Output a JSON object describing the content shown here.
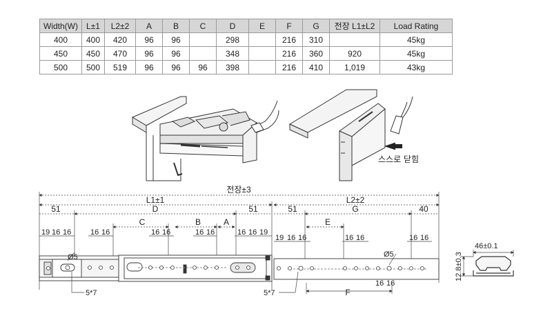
{
  "table": {
    "headers": [
      "Width(W)",
      "L±1",
      "L2±2",
      "A",
      "B",
      "C",
      "D",
      "E",
      "F",
      "G",
      "전장 L1±L2",
      "Load Rating"
    ],
    "rows": [
      [
        "400",
        "400",
        "420",
        "96",
        "96",
        "",
        "298",
        "",
        "216",
        "310",
        "",
        "45kg"
      ],
      [
        "450",
        "450",
        "470",
        "96",
        "96",
        "",
        "348",
        "",
        "216",
        "360",
        "920",
        "45kg"
      ],
      [
        "500",
        "500",
        "519",
        "96",
        "96",
        "96",
        "398",
        "",
        "216",
        "410",
        "1,019",
        "43kg"
      ]
    ]
  },
  "illustration": {
    "self_close_label": "스스로 닫힘"
  },
  "dimensions": {
    "total": "전장±3",
    "l1": "L1±1",
    "l2": "L2±2",
    "d51_a": "51",
    "d_label": "D",
    "d51_b": "51",
    "d51_c": "51",
    "g_label": "G",
    "d40": "40",
    "c_label": "C",
    "b_label": "B",
    "a_label": "A",
    "e_label": "E",
    "f_label": "F",
    "s19_a": "19",
    "s16_a": "16",
    "s16_b": "16",
    "s16_c": "16",
    "s16_d": "16",
    "s16_e": "16",
    "s16_f": "16",
    "s16_g": "16",
    "s16_h": "16",
    "s16_i": "16",
    "s19_b": "19",
    "s19_c": "19",
    "s16_j": "16",
    "s16_k": "16",
    "s16_l": "16",
    "s16_m": "16",
    "s16_n": "16",
    "s16_o": "16",
    "s16_p": "16",
    "s16_q": "16",
    "s16_r": "16",
    "hole_left": "Ø5",
    "hole_right": "Ø5",
    "slot_left": "5*7",
    "slot_right": "5*7",
    "height": "12.8±0.3",
    "width": "46±0.1"
  }
}
